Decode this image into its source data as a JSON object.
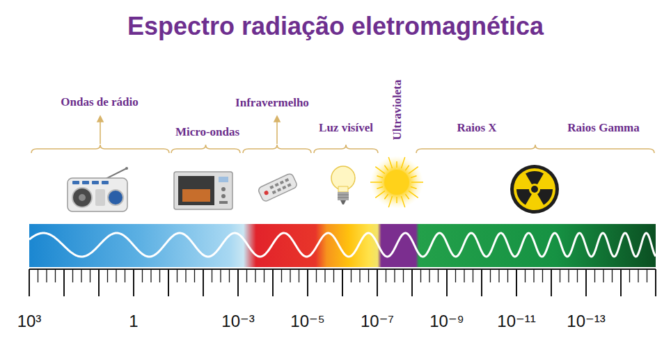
{
  "diagram": {
    "title": "Espectro radiação eletromagnética",
    "labels": [
      "Ondas de rádio",
      "Micro-ondas",
      "Infravermelho",
      "Luz visível",
      "Ultravioleta",
      "Raios X",
      "Raios Gamma",
      "10³",
      "1",
      "10⁻³",
      "10⁻⁵",
      "10⁻⁷",
      "10⁻⁹",
      "10⁻¹¹",
      "10⁻¹³"
    ]
  }
}
